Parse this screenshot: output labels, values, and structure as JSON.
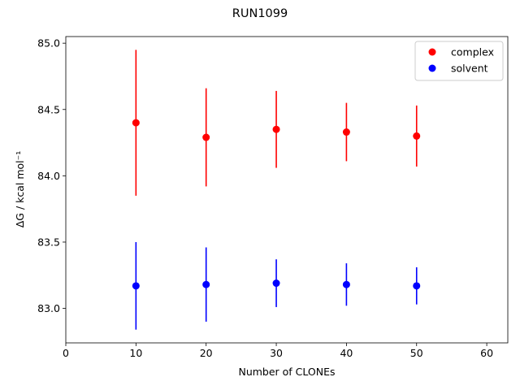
{
  "chart_data": {
    "type": "scatter",
    "title": "RUN1099",
    "xlabel": "Number of CLONEs",
    "ylabel": "ΔG / kcal mol⁻¹",
    "xlim": [
      0,
      63
    ],
    "ylim": [
      82.74,
      85.05
    ],
    "xticks": [
      0,
      10,
      20,
      30,
      40,
      50,
      60
    ],
    "yticks": [
      83.0,
      83.5,
      84.0,
      84.5,
      85.0
    ],
    "xtick_labels": [
      "0",
      "10",
      "20",
      "30",
      "40",
      "50",
      "60"
    ],
    "ytick_labels": [
      "83.0",
      "83.5",
      "84.0",
      "84.5",
      "85.0"
    ],
    "grid": false,
    "legend_position": "top-right",
    "series": [
      {
        "name": "complex",
        "color": "#ff0000",
        "x": [
          10,
          20,
          30,
          40,
          50
        ],
        "y": [
          84.4,
          84.29,
          84.35,
          84.33,
          84.3
        ],
        "yerr": [
          0.55,
          0.37,
          0.29,
          0.22,
          0.23
        ]
      },
      {
        "name": "solvent",
        "color": "#0000ff",
        "x": [
          10,
          20,
          30,
          40,
          50
        ],
        "y": [
          83.17,
          83.18,
          83.19,
          83.18,
          83.17
        ],
        "yerr": [
          0.33,
          0.28,
          0.18,
          0.16,
          0.14
        ]
      }
    ]
  }
}
